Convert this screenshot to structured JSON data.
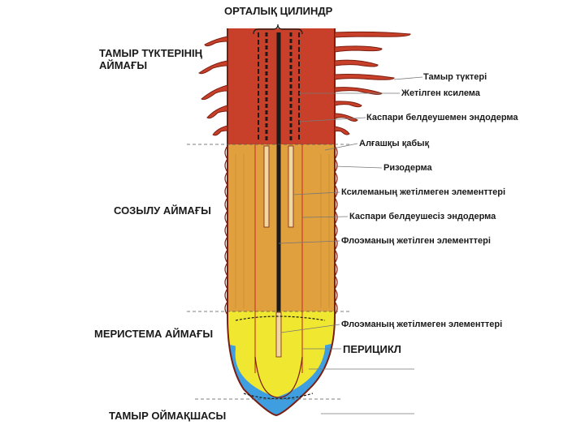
{
  "diagram": {
    "top_label": "ОРТАЛЫҚ ЦИЛИНДР",
    "zones": {
      "root_hair_zone": [
        "ТАМЫР ТҮКТЕРІНІҢ",
        "АЙМАҒЫ"
      ],
      "elongation_zone": "СОЗЫЛУ АЙМАҒЫ",
      "meristem_zone": "МЕРИСТЕМА АЙМАҒЫ",
      "root_cap": "ТАМЫР ОЙМАҚШАСЫ"
    },
    "parts": [
      "Тамыр түктері",
      "Жетілген ксилема",
      "Каспари белдеушемен эндодерма",
      "Алғашқы қабық",
      "Ризодерма",
      "Ксилеманың жетілмеген элементтері",
      "Каспари белдеушесіз эндодерма",
      "Флоэманың жетілген элементтері",
      "Флоэманың жетілмеген элементтері",
      "ПЕРИЦИКЛ"
    ],
    "colors": {
      "hair_zone": "#c8402a",
      "elongation_zone": "#e0a03e",
      "meristem_zone": "#f0e830",
      "root_cap": "#3e9ee0",
      "cylinder_line": "#1a1a1a",
      "outline": "#7a1e10"
    }
  }
}
